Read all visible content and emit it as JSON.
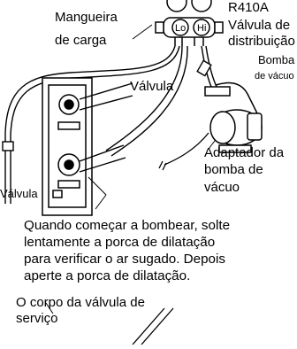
{
  "labels": {
    "mangueira_line1": "Mangueira",
    "mangueira_line2": "de carga",
    "r410a": "R410A",
    "valvula_dist_line1": "Válvula de",
    "valvula_dist_line2": "distribuição",
    "bomba_line1": "Bomba",
    "bomba_line2": "de vácuo",
    "valvula_mid": "Válvula",
    "valvula_left": "Válvula",
    "adaptador_line1": "Adaptador da",
    "adaptador_line2": "bomba de",
    "adaptador_line3": "vácuo",
    "gauge_lo": "Lo",
    "gauge_hi": "Hi"
  },
  "instruction": [
    "Quando começar a bombear, solte",
    "lentamente a porca de dilatação",
    "para verificar o ar sugado. Depois",
    "aperte a porca de dilatação."
  ],
  "bottom_label": {
    "line1": "O corpo da válvula de",
    "line2": "serviço"
  }
}
